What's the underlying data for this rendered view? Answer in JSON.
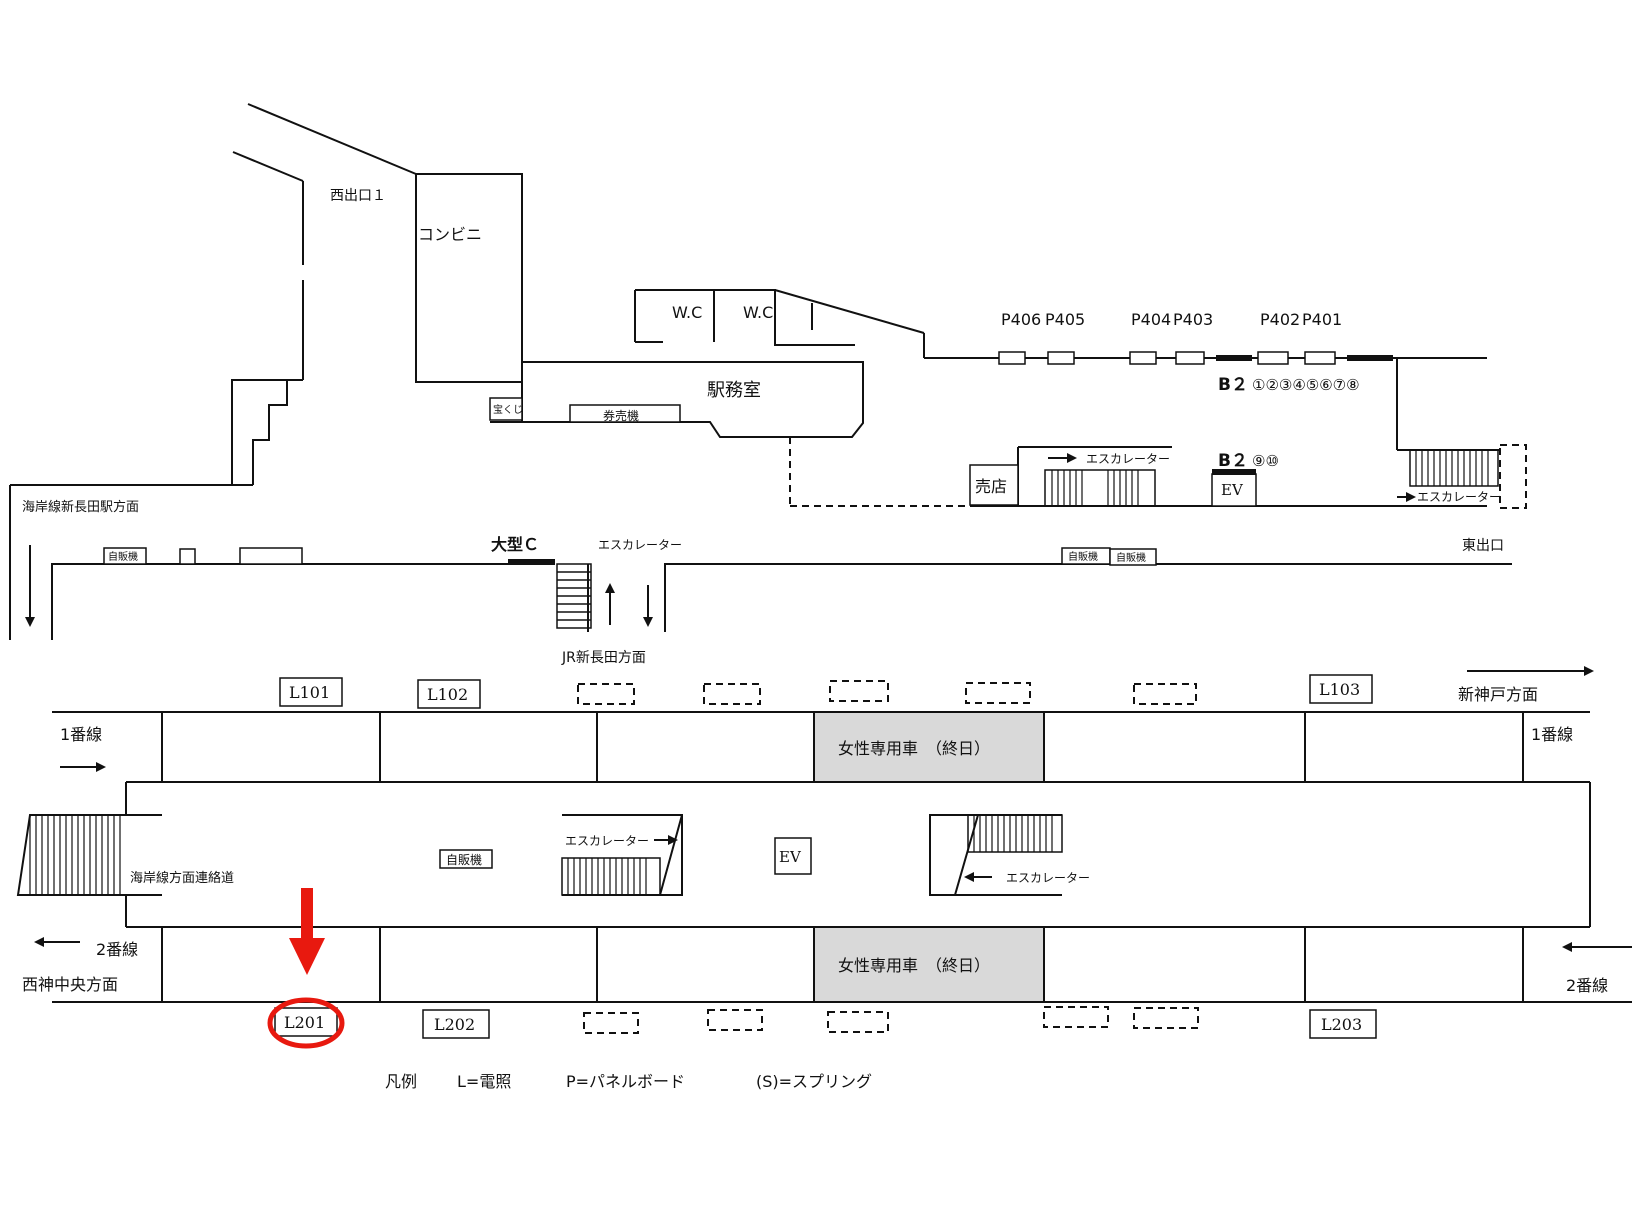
{
  "concourse": {
    "west_exit": "西出口１",
    "convenience_store": "コンビニ",
    "wc1": "W.C",
    "wc2": "W.C",
    "station_office": "駅務室",
    "lottery": "宝くじ",
    "ticket_machine": "券売機",
    "coast_line_direction": "海岸線新長田駅方面",
    "east_exit": "東出口",
    "jr_direction": "JR新長田方面",
    "large_c": "大型Ｃ",
    "escalator": "エスカレーター",
    "kiosk": "売店",
    "ev": "EV",
    "vending": "自販機",
    "b2_top": "B２",
    "b2_top_nums": "①②③④⑤⑥⑦⑧",
    "b2_mid": "B２",
    "b2_mid_nums": "⑨⑩",
    "panels": [
      "P406",
      "P405",
      "P404",
      "P403",
      "P402",
      "P401"
    ]
  },
  "platform": {
    "track1_left": "1番線",
    "track1_right": "1番線",
    "track2_left": "2番線",
    "track2_right": "2番線",
    "shin_kobe": "新神戸方面",
    "nishi_shin": "西神中央方面",
    "coast_link": "海岸線方面連絡道",
    "women_car_top": "女性専用車　（終日）",
    "women_car_bottom": "女性専用車　（終日）",
    "lights_top": [
      "L101",
      "L102",
      "L103"
    ],
    "lights_bottom": [
      "L201",
      "L202",
      "L203"
    ],
    "highlighted": "L201"
  },
  "legend": {
    "title": "凡例",
    "l": "L=電照",
    "p": "P=パネルボード",
    "s": "(S)=スプリング"
  },
  "colors": {
    "highlight": "#e8190f",
    "women_car_fill": "#d9d9d9"
  }
}
